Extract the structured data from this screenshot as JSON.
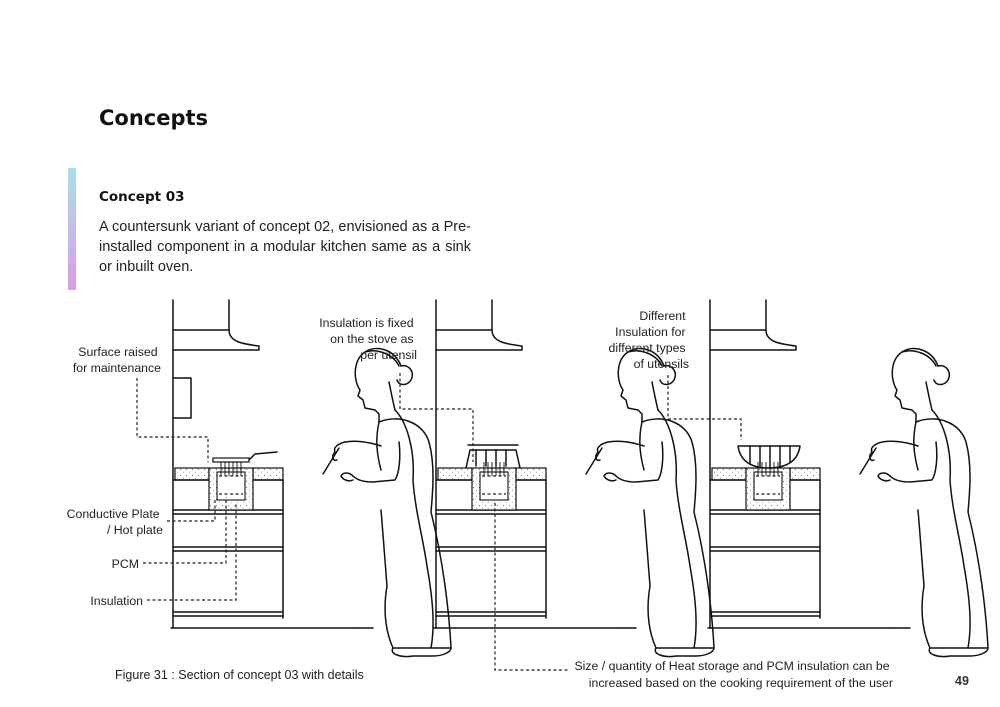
{
  "section_title": "Concepts",
  "concept": {
    "title": "Concept 03",
    "description": "A countersunk variant of concept 02, envisioned as a Pre-installed component in a modular kitchen same as a sink or inbuilt oven."
  },
  "annotations": {
    "surface_raised": [
      "Surface raised",
      "for maintenance"
    ],
    "conductive_plate": [
      "Conductive Plate",
      "/ Hot plate"
    ],
    "pcm": "PCM",
    "insulation": "Insulation",
    "insulation_fixed": [
      "Insulation is  fixed",
      "on the stove as",
      "per utensil"
    ],
    "different_insulation": [
      "Different",
      "Insulation for",
      "different types",
      "of utensils"
    ],
    "size_quantity": [
      "Size / quantity of Heat storage and PCM insulation can be",
      "increased based on the cooking requirement of the user"
    ]
  },
  "figure_caption": "Figure 31 : Section of concept 03 with details",
  "page_number": "49"
}
